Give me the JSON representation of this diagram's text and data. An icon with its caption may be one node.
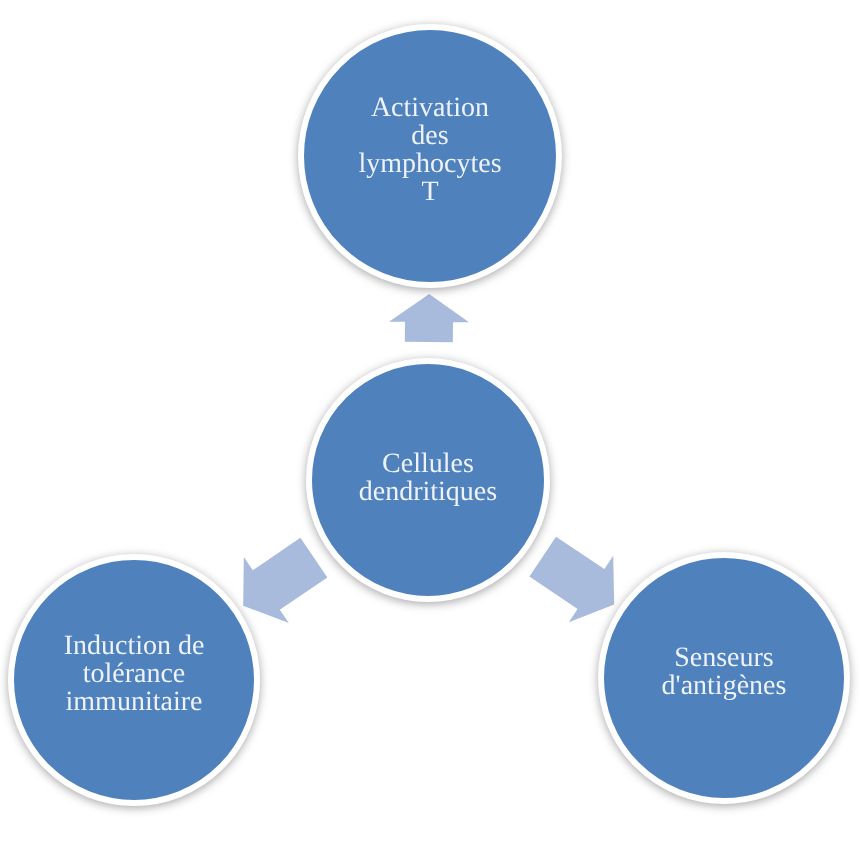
{
  "diagram": {
    "nodes": [
      {
        "text": [
          "Activation des lymphocytes T"
        ]
      },
      {
        "text": [
          "Cellules dendritiques"
        ]
      },
      {
        "text": [
          "Induction de tolérance immunitaire"
        ]
      },
      {
        "text": [
          "Senseurs d'antigènes"
        ]
      }
    ],
    "edges": [
      {
        "from": 1,
        "to": 0,
        "arrow": "to"
      },
      {
        "from": 1,
        "to": 2,
        "arrow": "to"
      },
      {
        "from": 1,
        "to": 3,
        "arrow": "to"
      }
    ]
  }
}
